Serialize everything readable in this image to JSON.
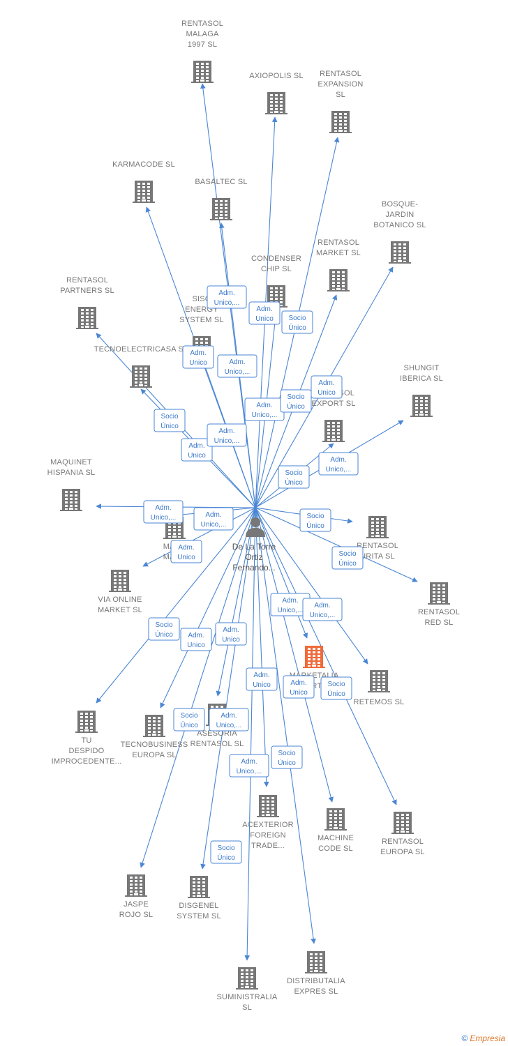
{
  "center": {
    "lines": [
      "De La Torre",
      "Ortiz",
      "Fernando..."
    ]
  },
  "companies": [
    {
      "id": "rentasol-malaga",
      "lines": [
        "RENTASOL",
        "MALAGA",
        "1997  SL"
      ]
    },
    {
      "id": "axiopolis",
      "lines": [
        "AXIOPOLIS SL"
      ]
    },
    {
      "id": "rentasol-expansion",
      "lines": [
        "RENTASOL",
        "EXPANSION",
        "SL"
      ]
    },
    {
      "id": "karmacode",
      "lines": [
        "KARMACODE SL"
      ]
    },
    {
      "id": "basaltec",
      "lines": [
        "BASALTEC  SL"
      ]
    },
    {
      "id": "bosque-jardin",
      "lines": [
        "BOSQUE-",
        "JARDIN",
        "BOTANICO SL"
      ]
    },
    {
      "id": "condenser-chip",
      "lines": [
        "CONDENSER",
        "CHIP SL"
      ]
    },
    {
      "id": "rentasol-market",
      "lines": [
        "RENTASOL",
        "MARKET  SL"
      ]
    },
    {
      "id": "rentasol-partners",
      "lines": [
        "RENTASOL",
        "PARTNERS  SL"
      ]
    },
    {
      "id": "sisg-energy",
      "lines": [
        "SISG",
        "ENERGY",
        "SYSTEM  SL"
      ]
    },
    {
      "id": "tecnoelectricasa",
      "lines": [
        "TECNOELECTRICASA SL"
      ]
    },
    {
      "id": "shungit-iberica",
      "lines": [
        "SHUNGIT",
        "IBERICA  SL"
      ]
    },
    {
      "id": "rentasol-export",
      "lines": [
        "RENTASOL",
        "EXPORT  SL"
      ]
    },
    {
      "id": "maquinet-hispania",
      "lines": [
        "MAQUINET",
        "HISPANIA  SL"
      ]
    },
    {
      "id": "mayo-mark",
      "lines": [
        "MAYO",
        "MARK"
      ]
    },
    {
      "id": "rentasol-urita",
      "lines": [
        "RENTASOL",
        "URITA  SL"
      ]
    },
    {
      "id": "via-online",
      "lines": [
        "VIA ONLINE",
        "MARKET  SL"
      ]
    },
    {
      "id": "rentasol-red",
      "lines": [
        "RENTASOL",
        "RED  SL"
      ]
    },
    {
      "id": "marketalia",
      "lines": [
        "MARKETALIA",
        "ART"
      ],
      "highlight": true
    },
    {
      "id": "retemos",
      "lines": [
        "RETEMOS  SL"
      ]
    },
    {
      "id": "tu-despido",
      "lines": [
        "TU",
        "DESPIDO",
        "IMPROCEDENTE..."
      ]
    },
    {
      "id": "tecnobusiness",
      "lines": [
        "TECNOBUSINESS",
        "EUROPA SL"
      ]
    },
    {
      "id": "asesoria-rentasol",
      "lines": [
        "ASESORIA",
        "RENTASOL SL"
      ]
    },
    {
      "id": "acexterior",
      "lines": [
        "ACEXTERIOR",
        "FOREIGN",
        "TRADE..."
      ]
    },
    {
      "id": "machine-code",
      "lines": [
        "MACHINE",
        "CODE SL"
      ]
    },
    {
      "id": "rentasol-europa",
      "lines": [
        "RENTASOL",
        "EUROPA  SL"
      ]
    },
    {
      "id": "jaspe-rojo",
      "lines": [
        "JASPE",
        "ROJO  SL"
      ]
    },
    {
      "id": "disgenel",
      "lines": [
        "DISGENEL",
        "SYSTEM  SL"
      ]
    },
    {
      "id": "suministralia",
      "lines": [
        "SUMINISTRALIA",
        "SL"
      ]
    },
    {
      "id": "distributalia",
      "lines": [
        "DISTRIBUTALIA",
        "EXPRES  SL"
      ]
    }
  ],
  "edge_labels": [
    {
      "target": "rentasol-malaga",
      "lines": [
        "Adm.",
        "Unico,..."
      ]
    },
    {
      "target": "axiopolis",
      "lines": [
        "Adm.",
        "Unico"
      ]
    },
    {
      "target": "rentasol-expansion",
      "lines": [
        "Socio",
        "Único"
      ]
    },
    {
      "target": "sisg-energy",
      "lines": [
        "Adm.",
        "Unico"
      ]
    },
    {
      "target": "basaltec",
      "lines": [
        "Adm.",
        "Unico,..."
      ]
    },
    {
      "target": "rentasol-market",
      "lines": [
        "Adm.",
        "Unico"
      ]
    },
    {
      "target": "condenser-chip",
      "lines": [
        "Adm.",
        "Unico,..."
      ]
    },
    {
      "target": "bosque-jardin",
      "lines": [
        "Socio",
        "Único"
      ]
    },
    {
      "target": "tecnoelectricasa",
      "lines": [
        "Socio",
        "Único"
      ]
    },
    {
      "target": "rentasol-partners",
      "lines": [
        "Adm.",
        "Unico"
      ]
    },
    {
      "target": "karmacode",
      "lines": [
        "Adm.",
        "Unico,..."
      ]
    },
    {
      "target": "rentasol-export",
      "lines": [
        "Socio",
        "Único"
      ]
    },
    {
      "target": "shungit-iberica",
      "lines": [
        "Adm.",
        "Unico,..."
      ]
    },
    {
      "target": "maquinet-hispania",
      "lines": [
        "Adm.",
        "Unico,..."
      ]
    },
    {
      "target": "mayo-mark",
      "lines": [
        "Adm.",
        "Unico,..."
      ]
    },
    {
      "target": "via-online",
      "lines": [
        "Adm.",
        "Unico"
      ]
    },
    {
      "target": "rentasol-urita",
      "lines": [
        "Socio",
        "Único"
      ]
    },
    {
      "target": "rentasol-red",
      "lines": [
        "Socio",
        "Único"
      ]
    },
    {
      "target": "marketalia",
      "lines": [
        "Adm.",
        "Unico,..."
      ]
    },
    {
      "target": "retemos",
      "lines": [
        "Adm.",
        "Unico,..."
      ]
    },
    {
      "target": "tu-despido",
      "lines": [
        "Socio",
        "Único"
      ]
    },
    {
      "target": "tecnobusiness",
      "lines": [
        "Adm.",
        "Unico"
      ]
    },
    {
      "target": "asesoria-rentasol",
      "lines": [
        "Adm.",
        "Unico"
      ]
    },
    {
      "target": "acexterior",
      "lines": [
        "Adm.",
        "Unico"
      ]
    },
    {
      "target": "machine-code",
      "lines": [
        "Adm.",
        "Unico"
      ]
    },
    {
      "target": "rentasol-europa",
      "lines": [
        "Socio",
        "Único"
      ]
    },
    {
      "target": "jaspe-rojo",
      "lines": [
        "Socio",
        "Único"
      ]
    },
    {
      "target": "disgenel",
      "lines": [
        "Adm.",
        "Unico,..."
      ]
    },
    {
      "target": "suministralia",
      "lines": [
        "Adm.",
        "Unico,..."
      ]
    },
    {
      "target": "distributalia",
      "lines": [
        "Socio",
        "Único"
      ]
    },
    {
      "target": "disgenel-2",
      "lines": [
        "Socio",
        "Único"
      ]
    }
  ],
  "colors": {
    "edge": "#4a86d4",
    "building": "#777777",
    "highlight": "#f06a3a",
    "person": "#777777"
  },
  "footer": {
    "copyright": "©",
    "brand": "Empresia"
  }
}
